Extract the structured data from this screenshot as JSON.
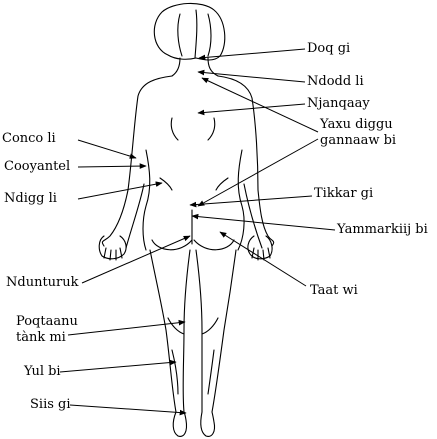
{
  "labels": {
    "doq_gi": "Doq gi",
    "ndodd_li": "Ndodd li",
    "njanqaay": "Njanqaay",
    "yaxu_diggu_line1": "Yaxu diggu",
    "yaxu_diggu_line2": "gannaaw bi",
    "conco_li": "Conco li",
    "cooyantel": "Cooyantel",
    "ndigg_li": "Ndigg li",
    "tikkar_gi": "Tikkar gi",
    "yammarkiij_bi": "Yammarkiij bi",
    "ndunturuk": "Ndunturuk",
    "taat_wi": "Taat wi",
    "poqtaanu_line1": "Poqtaanu",
    "poqtaanu_line2": "tànk mi",
    "yul_bi": "Yul bi",
    "siis_gi": "Siis gi"
  },
  "colors": {
    "ink": "#000000",
    "background": "#ffffff"
  }
}
